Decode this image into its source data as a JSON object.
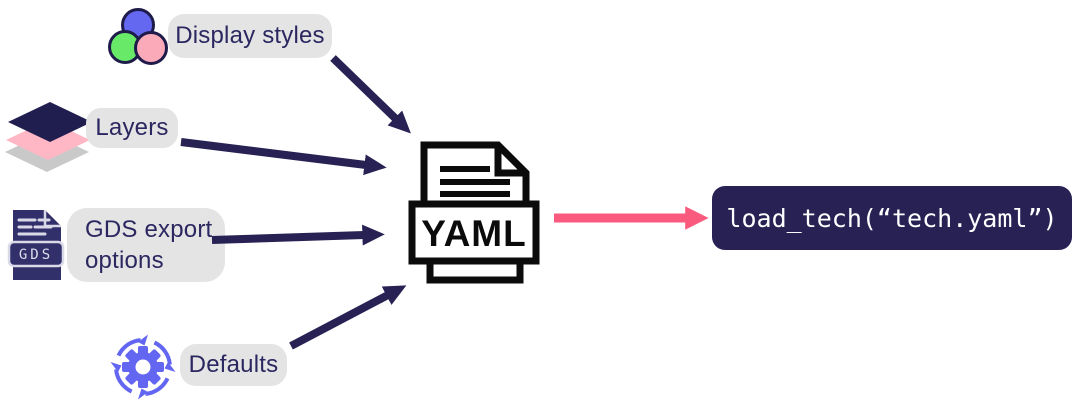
{
  "title": "Technology YAML diagram",
  "colors": {
    "navy_arrow": "#272253",
    "pink_arrow": "#FA5A7D",
    "label_bg": "#E4E4E4",
    "label_text": "#2B2760",
    "code_bg": "#272253",
    "code_text": "#FFFFFF",
    "icon_outline_black": "#0B0B0B",
    "gear_purple": "#6366F1",
    "circle_blue": "#6467EF",
    "circle_green": "#68E968",
    "circle_pink": "#FBAABA",
    "layer_top_navy": "#201D4F",
    "layer_middle_pink": "#FFB7C5",
    "layer_bottom_grey": "#C9C9C9",
    "gds_icon_navy": "#32306B"
  },
  "inputs": [
    {
      "label": "Display styles",
      "icon": "color-circles-icon"
    },
    {
      "label": "Layers",
      "icon": "layers-icon"
    },
    {
      "label": "GDS export options",
      "icon": "gds-file-icon"
    },
    {
      "label": "Defaults",
      "icon": "gear-sync-icon"
    }
  ],
  "center": {
    "file_type_label": "YAML",
    "gds_icon_text": "GDS"
  },
  "output": {
    "code_text": "load_tech(“tech.yaml”)"
  }
}
